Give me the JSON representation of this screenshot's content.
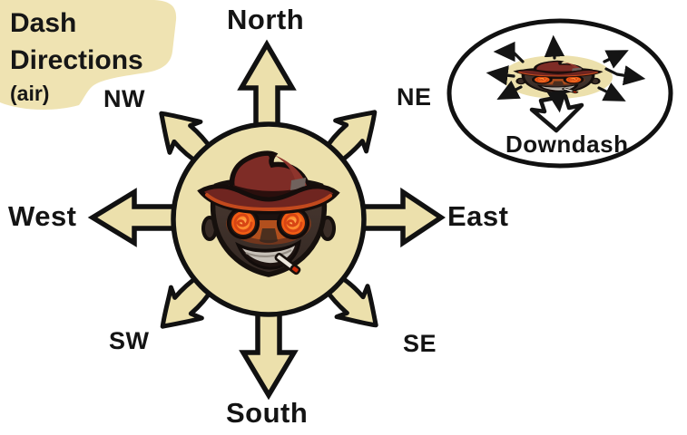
{
  "title": {
    "line1": "Dash",
    "line2": "Directions",
    "line3": "(air)"
  },
  "compass": {
    "center_icon": "spy-face-icon",
    "labels": {
      "north": "North",
      "northeast": "NE",
      "east": "East",
      "southeast": "SE",
      "south": "South",
      "southwest": "SW",
      "west": "West",
      "northwest": "NW"
    }
  },
  "inset": {
    "label": "Downdash",
    "icon": "squashed-spy-face-icon"
  },
  "colors": {
    "parchment_tan": "#ece0ac",
    "title_blob_tan": "#efe3b2",
    "outline_black": "#111111",
    "hat_red": "#7e2c26",
    "hat_band_dark": "#2a0f0d",
    "goggle_orange": "#ff8d2e",
    "goggle_spiral": "#d84514",
    "face_dark": "#46362f",
    "teeth_grey": "#c9c3ba",
    "cigarette_tip_red": "#cf2c08",
    "bubble_white": "#ffffff"
  }
}
